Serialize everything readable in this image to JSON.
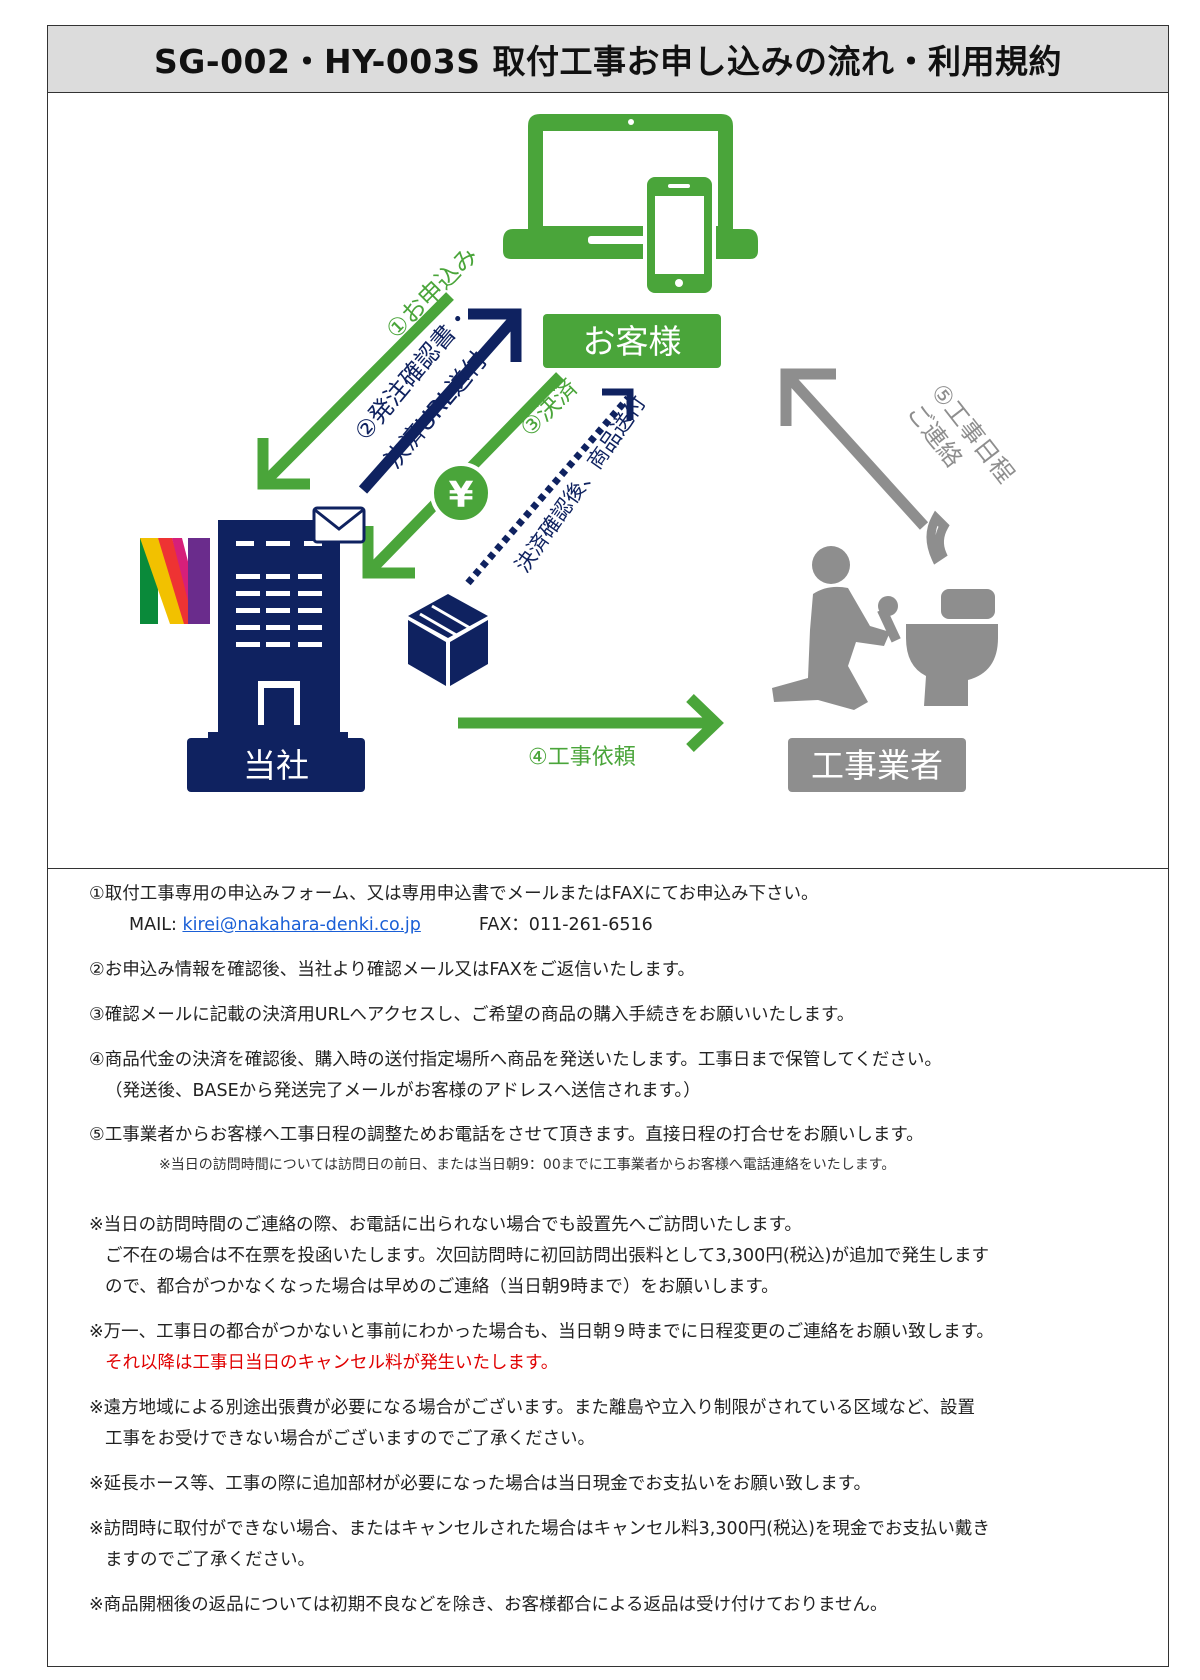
{
  "title": "SG-002・HY-003S 取付工事お申し込みの流れ・利用規約",
  "colors": {
    "green": "#4aa53a",
    "navy": "#0f2260",
    "gray": "#8e8e8e",
    "red": "#e00000",
    "link": "#1a5fd6"
  },
  "diagram": {
    "customer_label": "お客様",
    "company_label": "当社",
    "contractor_label": "工事業者",
    "step1": "①お申込み",
    "step2_line1": "②発注確認書・",
    "step2_line2": "決済URL送付",
    "step3": "③決済",
    "step3_sub": "決済確認後、商品送付",
    "step4": "④工事依頼",
    "step5_line1": "⑤工事日程",
    "step5_line2": "ご連絡",
    "yen_symbol": "¥",
    "icons": [
      "laptop-icon",
      "smartphone-icon",
      "company-logo",
      "building-icon",
      "envelope-icon",
      "yen-coin-icon",
      "package-icon",
      "telephone-icon",
      "plumber-icon",
      "toilet-icon"
    ]
  },
  "notes": {
    "n1": "①取付工事専用の申込みフォーム、又は専用申込書でメールまたはFAXにてお申込み下さい。",
    "mail_label": "MAIL: ",
    "mail_address": "kirei@nakahara-denki.co.jp",
    "fax": "FAX：011-261-6516",
    "n2": "②お申込み情報を確認後、当社より確認メール又はFAXをご返信いたします。",
    "n3": "③確認メールに記載の決済用URLへアクセスし、ご希望の商品の購入手続きをお願いいたします。",
    "n4": "④商品代金の決済を確認後、購入時の送付指定場所へ商品を発送いたします。工事日まで保管してください。",
    "n4_sub": "（発送後、BASEから発送完了メールがお客様のアドレスへ送信されます。）",
    "n5": "⑤工事業者からお客様へ工事日程の調整ためお電話をさせて頂きます。直接日程の打合せをお願いします。",
    "n5_small": "※当日の訪問時間については訪問日の前日、または当日朝9：00までに工事業者からお客様へ電話連絡をいたします。",
    "c1_l1": "※当日の訪問時間のご連絡の際、お電話に出られない場合でも設置先へご訪問いたします。",
    "c1_l2": "ご不在の場合は不在票を投函いたします。次回訪問時に初回訪問出張料として3,300円(税込)が追加で発生します",
    "c1_l3": "ので、都合がつかなくなった場合は早めのご連絡（当日朝9時まで）をお願いします。",
    "c2_l1": "※万一、工事日の都合がつかないと事前にわかった場合も、当日朝９時までに日程変更のご連絡をお願い致します。",
    "c2_l2": "それ以降は工事日当日のキャンセル料が発生いたします。",
    "c3_l1": "※遠方地域による別途出張費が必要になる場合がございます。また離島や立入り制限がされている区域など、設置",
    "c3_l2": "工事をお受けできない場合がございますのでご了承ください。",
    "c4": "※延長ホース等、工事の際に追加部材が必要になった場合は当日現金でお支払いをお願い致します。",
    "c5_l1": "※訪問時に取付ができない場合、またはキャンセルされた場合はキャンセル料3,300円(税込)を現金でお支払い戴き",
    "c5_l2": "ますのでご了承ください。",
    "c6": "※商品開梱後の返品については初期不良などを除き、お客様都合による返品は受け付けておりません。"
  }
}
